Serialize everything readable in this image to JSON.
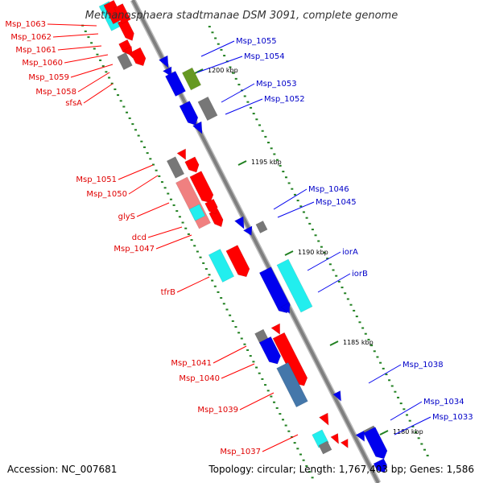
{
  "title": "Methanosphaera stadtmanae DSM 3091, complete genome",
  "footer": {
    "accession": "Accession: NC_007681",
    "topology": "Topology: circular; Length: 1,767,403 bp; Genes: 1,586"
  },
  "ticks": [
    "1200 kbp",
    "1195 kbp",
    "1190 kbp",
    "1185 kbp",
    "1180 kbp"
  ],
  "labels_left": [
    "Msp_1063",
    "Msp_1062",
    "Msp_1061",
    "Msp_1060",
    "Msp_1059",
    "Msp_1058",
    "sfsA",
    "Msp_1051",
    "Msp_1050",
    "glyS",
    "dcd",
    "Msp_1047",
    "tfrB",
    "Msp_1041",
    "Msp_1040",
    "Msp_1039",
    "Msp_1037"
  ],
  "labels_right": [
    "Msp_1055",
    "Msp_1054",
    "Msp_1053",
    "Msp_1052",
    "Msp_1046",
    "Msp_1045",
    "iorA",
    "iorB",
    "Msp_1038",
    "Msp_1034",
    "Msp_1033"
  ],
  "colors": {
    "forward": "#ff0000",
    "reverse": "#0000ee",
    "cyan": "#22eeee",
    "grey": "#777777",
    "olive": "#669922",
    "steel": "#4477aa",
    "pink": "#f08080",
    "backbone": "#9a9a9a",
    "tick": "#208020"
  }
}
